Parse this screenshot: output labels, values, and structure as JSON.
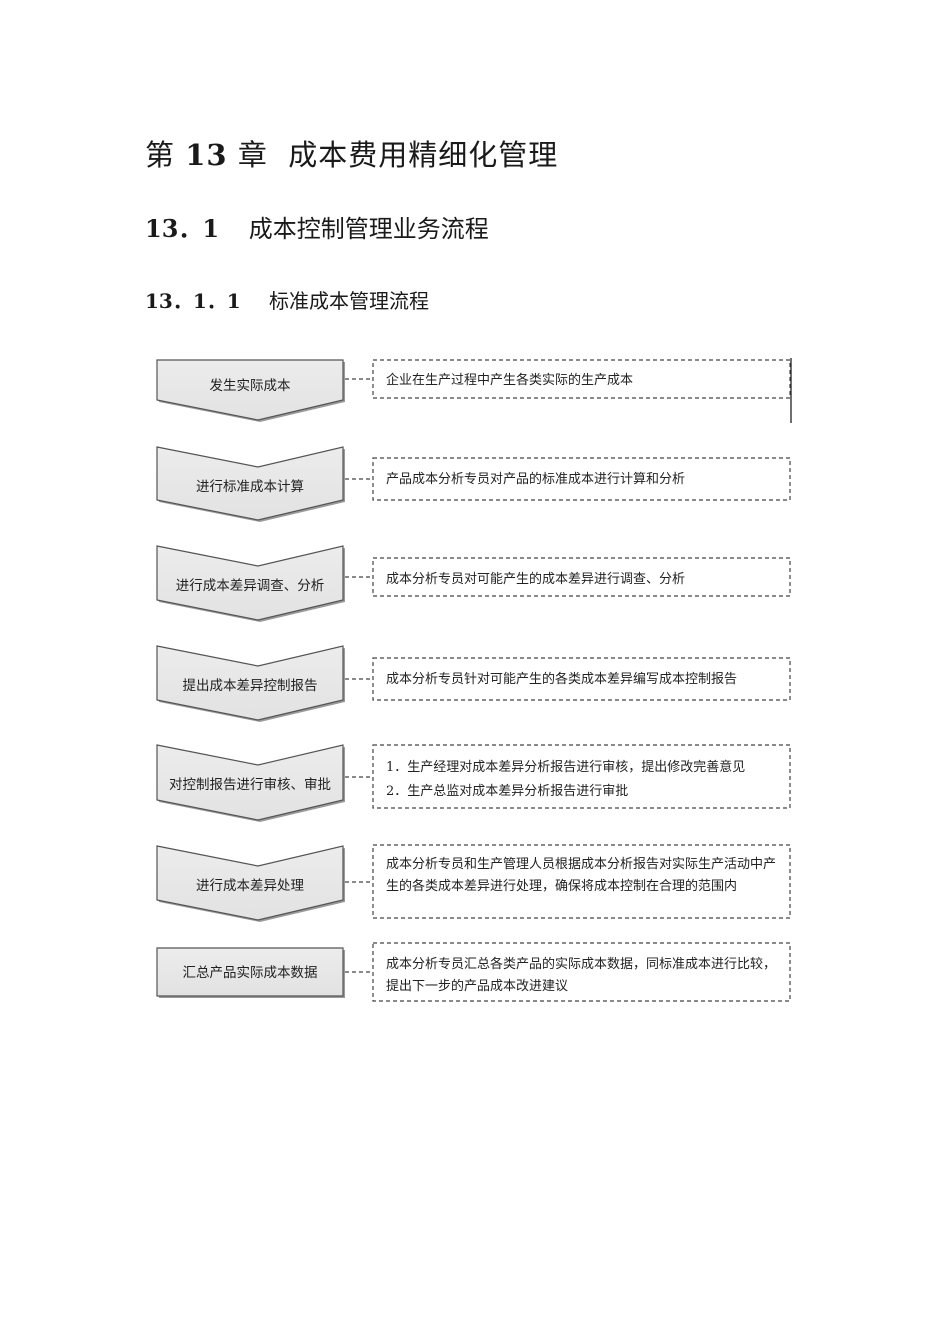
{
  "chapter": {
    "prefix": "第",
    "number": "13",
    "suffix": "章",
    "title": "成本费用精细化管理"
  },
  "section": {
    "number": "13．1",
    "title": "成本控制管理业务流程"
  },
  "subsection": {
    "number": "13．1．1",
    "title": "标准成本管理流程"
  },
  "steps": [
    {
      "label": "发生实际成本",
      "desc": [
        "企业在生产过程中产生各类实际的生产成本"
      ]
    },
    {
      "label": "进行标准成本计算",
      "desc": [
        "产品成本分析专员对产品的标准成本进行计算和分析"
      ]
    },
    {
      "label": "进行成本差异调查、分析",
      "desc": [
        "成本分析专员对可能产生的成本差异进行调查、分析"
      ]
    },
    {
      "label": "提出成本差异控制报告",
      "desc": [
        "成本分析专员针对可能产生的各类成本差异编写成本控制报告"
      ]
    },
    {
      "label": "对控制报告进行审核、审批",
      "desc": [
        "1．生产经理对成本差异分析报告进行审核，提出修改完善意见",
        "2．生产总监对成本差异分析报告进行审批"
      ]
    },
    {
      "label": "进行成本差异处理",
      "desc": [
        "成本分析专员和生产管理人员根据成本分析报告对实际生产活动中产生的各类成本差异进行处理，确保将成本控制在合理的范围内"
      ]
    },
    {
      "label": "汇总产品实际成本数据",
      "desc": [
        "成本分析专员汇总各类产品的实际成本数据，同标准成本进行比较，提出下一步的产品成本改进建议"
      ]
    }
  ]
}
